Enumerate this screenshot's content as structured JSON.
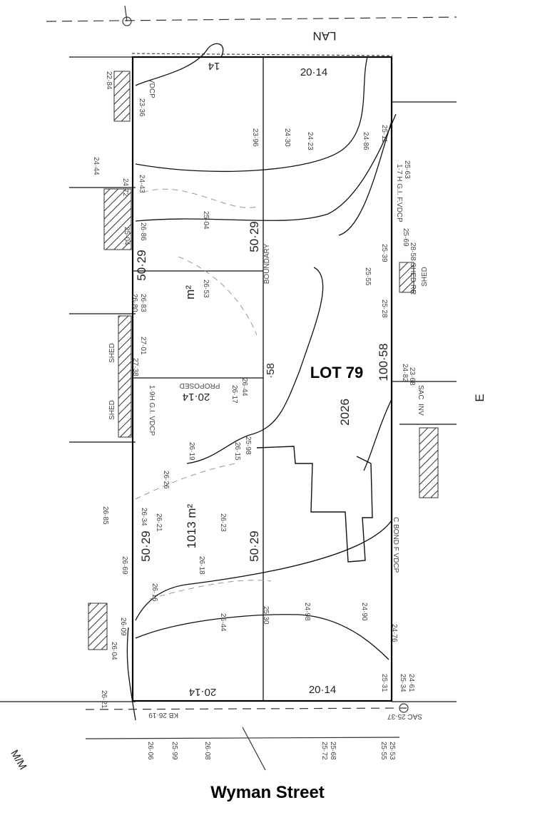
{
  "title": "Wyman Street",
  "labels": {
    "lane": "LAN",
    "rear_left_width": "14",
    "rear_right_width": "20·14",
    "left_upper_depth": "50·29",
    "boundary": "BOUNDARY",
    "mid_depth_upper": "50·29",
    "m2": "m²",
    "mid_fraction": "·58",
    "proposed": "PROPOSED",
    "proposed_width": "20·14",
    "lot": "LOT 79",
    "lot_depth": "100·58",
    "lot_area": "2026",
    "front_lot_area": "1013 m²",
    "left_lower_depth": "50·29",
    "mid_depth_lower": "50·29",
    "front_left_width": "20·14",
    "front_right_width": "20·14",
    "shed_left_upper": "SHED",
    "shed_left_lower": "SHED",
    "shed_right": "SHED",
    "easement_letter": "E",
    "compass": "M/M"
  },
  "levels": [
    "22·84",
    "23·36",
    "23·96",
    "24·30",
    "24·23",
    "24·86",
    "25·11",
    "25·63",
    "24·43",
    "24·72",
    "24·44",
    "25·04",
    "26·86",
    "25·04",
    "25·39",
    "25·69",
    "25·55",
    "25·28",
    "26·53",
    "26·80",
    "26·83",
    "27·01",
    "27·38",
    "26·44",
    "26·17",
    "24·82",
    "23·68",
    "26·15",
    "26·19",
    "26·26",
    "26·21",
    "26·23",
    "26·18",
    "25·98",
    "26·34",
    "26·85",
    "26·69",
    "26·16",
    "25·44",
    "25·30",
    "24·98",
    "24·90",
    "24·76",
    "25·31",
    "26·04",
    "26·09",
    "26·21",
    "26·06",
    "25·99",
    "26·08",
    "25·72",
    "25·68",
    "25·55",
    "25·53",
    "24·61",
    "25·34"
  ],
  "annotations": [
    "VDCP",
    "1·9H G.I. VDCP",
    "1·7 H G.I. F.VDCP",
    "28·58 SHED RR",
    "SAC",
    "INV",
    "C BOND F VDCP",
    "KB 26·19",
    "SAC 25·37"
  ]
}
